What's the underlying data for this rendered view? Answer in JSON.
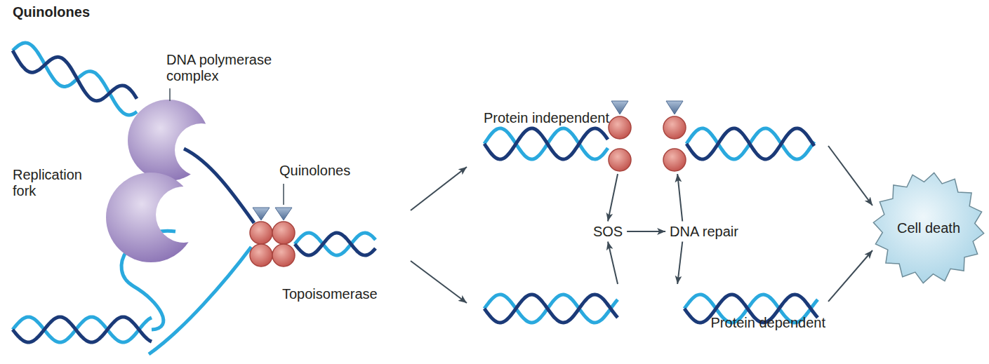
{
  "diagram": {
    "title": "Quinolones",
    "nodes": [
      {
        "text": [
          "Protein independent"
        ]
      },
      {
        "text": [
          "SOS"
        ]
      },
      {
        "text": [
          "DNA repair"
        ]
      },
      {
        "text": [
          "Protein dependent"
        ]
      },
      {
        "text": [
          "Cell death"
        ]
      }
    ],
    "edges": [
      {
        "from": 0,
        "to": 1,
        "arrow": "to"
      },
      {
        "from": 1,
        "to": 2,
        "arrow": "to"
      },
      {
        "from": 2,
        "to": 0,
        "arrow": "to"
      },
      {
        "from": 3,
        "to": 1,
        "arrow": "to"
      },
      {
        "from": 2,
        "to": 3,
        "arrow": "to"
      },
      {
        "from": 0,
        "to": 4,
        "arrow": "to"
      },
      {
        "from": 3,
        "to": 4,
        "arrow": "to"
      }
    ],
    "labels": [
      "DNA polymerase complex",
      "Replication fork",
      "Quinolones",
      "Topoisomerase"
    ]
  }
}
